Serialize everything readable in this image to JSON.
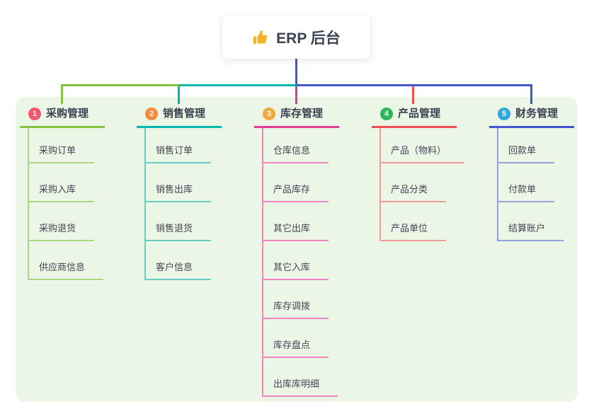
{
  "root": {
    "icon": "thumbs-up",
    "label": "ERP 后台"
  },
  "colors": {
    "panel_bg": "#ecf6e7",
    "icon_gold": "#f2b52a"
  },
  "connector": {
    "trunk_color": "#4355cb"
  },
  "branches": [
    {
      "badge": "1",
      "title": "采购管理",
      "badge_color": "#f2566d",
      "line_color": "#85c23e",
      "child_line_color": "#a9d77d",
      "children": [
        "采购订单",
        "采购入库",
        "采购退货",
        "供应商信息"
      ]
    },
    {
      "badge": "2",
      "title": "销售管理",
      "badge_color": "#f58a3c",
      "line_color": "#00b7ab",
      "child_line_color": "#66cfc5",
      "children": [
        "销售订单",
        "销售出库",
        "销售退货",
        "客户信息"
      ]
    },
    {
      "badge": "3",
      "title": "库存管理",
      "badge_color": "#f2a93b",
      "line_color": "#e23a92",
      "child_line_color": "#ee85c1",
      "children": [
        "仓库信息",
        "产品库存",
        "其它出库",
        "其它入库",
        "库存调拨",
        "库存盘点",
        "出库库明细"
      ]
    },
    {
      "badge": "4",
      "title": "产品管理",
      "badge_color": "#2eb55a",
      "line_color": "#f04f52",
      "child_line_color": "#f49b98",
      "children": [
        "产品（物料）",
        "产品分类",
        "产品单位"
      ]
    },
    {
      "badge": "5",
      "title": "财务管理",
      "badge_color": "#2fa8dd",
      "line_color": "#4355cb",
      "child_line_color": "#92a0dc",
      "children": [
        "回款单",
        "付款单",
        "结算账户"
      ]
    }
  ]
}
